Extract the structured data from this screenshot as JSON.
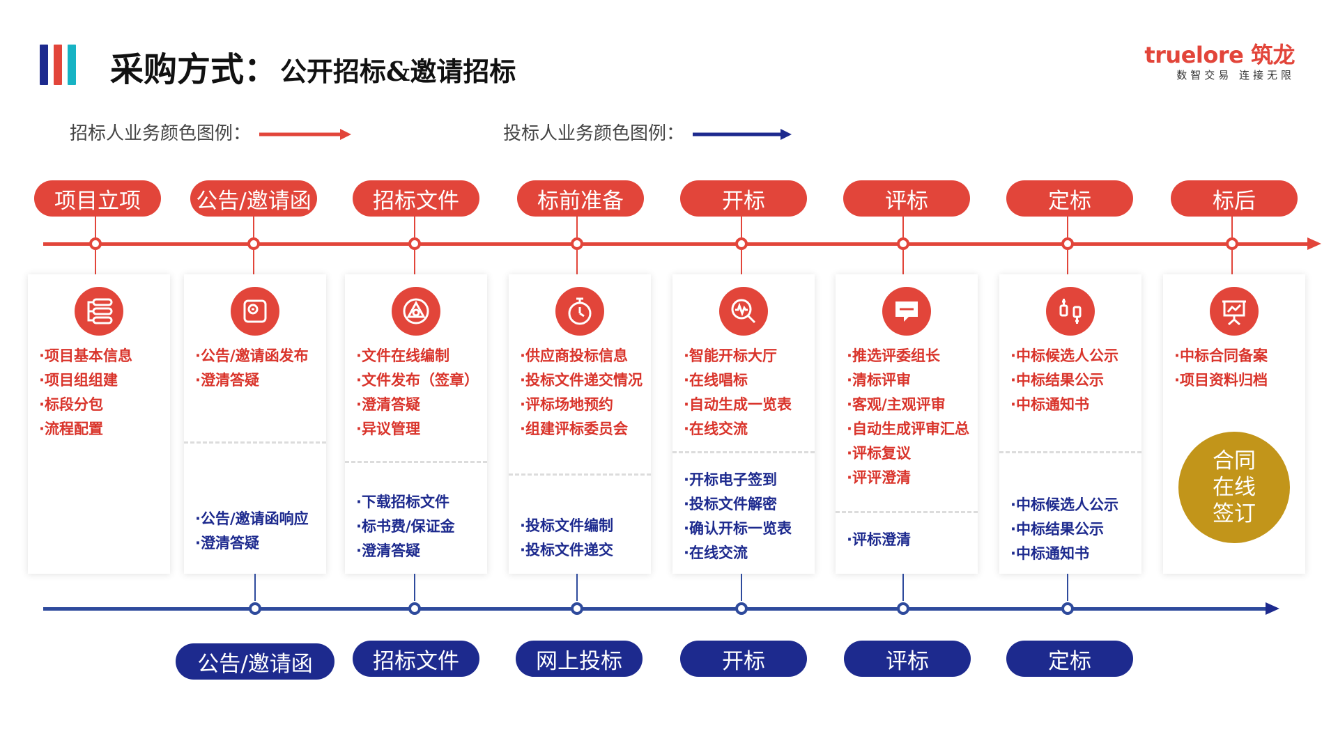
{
  "header": {
    "title": "采购方式：",
    "subtitle": "公开招标&邀请招标",
    "logo_text": "truelore 筑龙",
    "logo_tagline": "数智交易 连接无限",
    "brand_colors": [
      "#1d2a8e",
      "#e2453a",
      "#17b3c4"
    ]
  },
  "legend": {
    "tenderer_label": "招标人业务颜色图例：",
    "bidder_label": "投标人业务颜色图例：",
    "tenderer_color": "#e2453a",
    "bidder_color": "#1d2a8e"
  },
  "tenderer_stages": [
    {
      "label": "项目立项",
      "icon": "workflow-icon",
      "tenderer_items": [
        "·项目基本信息",
        "·项目组组建",
        "·标段分包",
        "·流程配置"
      ],
      "bidder_items": []
    },
    {
      "label": "公告/邀请函",
      "icon": "announcement-icon",
      "tenderer_items": [
        "·公告/邀请函发布",
        "·澄清答疑"
      ],
      "bidder_items": [
        "·公告/邀请函响应",
        "·澄清答疑"
      ]
    },
    {
      "label": "招标文件",
      "icon": "document-triangle-icon",
      "tenderer_items": [
        "·文件在线编制",
        "·文件发布（签章）",
        "·澄清答疑",
        "·异议管理"
      ],
      "bidder_items": [
        "·下载招标文件",
        "·标书费/保证金",
        "·澄清答疑"
      ]
    },
    {
      "label": "标前准备",
      "icon": "stopwatch-icon",
      "tenderer_items": [
        "·供应商投标信息",
        "·投标文件递交情况",
        "·评标场地预约",
        "·组建评标委员会"
      ],
      "bidder_items": [
        "·投标文件编制",
        "·投标文件递交"
      ]
    },
    {
      "label": "开标",
      "icon": "magnifier-chart-icon",
      "tenderer_items": [
        "·智能开标大厅",
        "·在线唱标",
        "·自动生成一览表",
        "·在线交流"
      ],
      "bidder_items": [
        "·开标电子签到",
        "·投标文件解密",
        "·确认开标一览表",
        "·在线交流"
      ]
    },
    {
      "label": "评标",
      "icon": "chat-bubble-icon",
      "tenderer_items": [
        "·推选评委组长",
        "·清标评审",
        "·客观/主观评审",
        "·自动生成评审汇总",
        "·评标复议",
        "·评评澄清"
      ],
      "bidder_items": [
        "·评标澄清"
      ]
    },
    {
      "label": "定标",
      "icon": "cables-icon",
      "tenderer_items": [
        "·中标候选人公示",
        "·中标结果公示",
        "·中标通知书"
      ],
      "bidder_items": [
        "·中标候选人公示",
        "·中标结果公示",
        "·中标通知书"
      ]
    },
    {
      "label": "标后",
      "icon": "presentation-icon",
      "tenderer_items": [
        "·中标合同备案",
        "·项目资料归档"
      ],
      "bidder_items": []
    }
  ],
  "contract_seal": [
    "合同",
    "在线",
    "签订"
  ],
  "bidder_stages": [
    "公告/邀请函",
    "招标文件",
    "网上投标",
    "开标",
    "评标",
    "定标"
  ]
}
